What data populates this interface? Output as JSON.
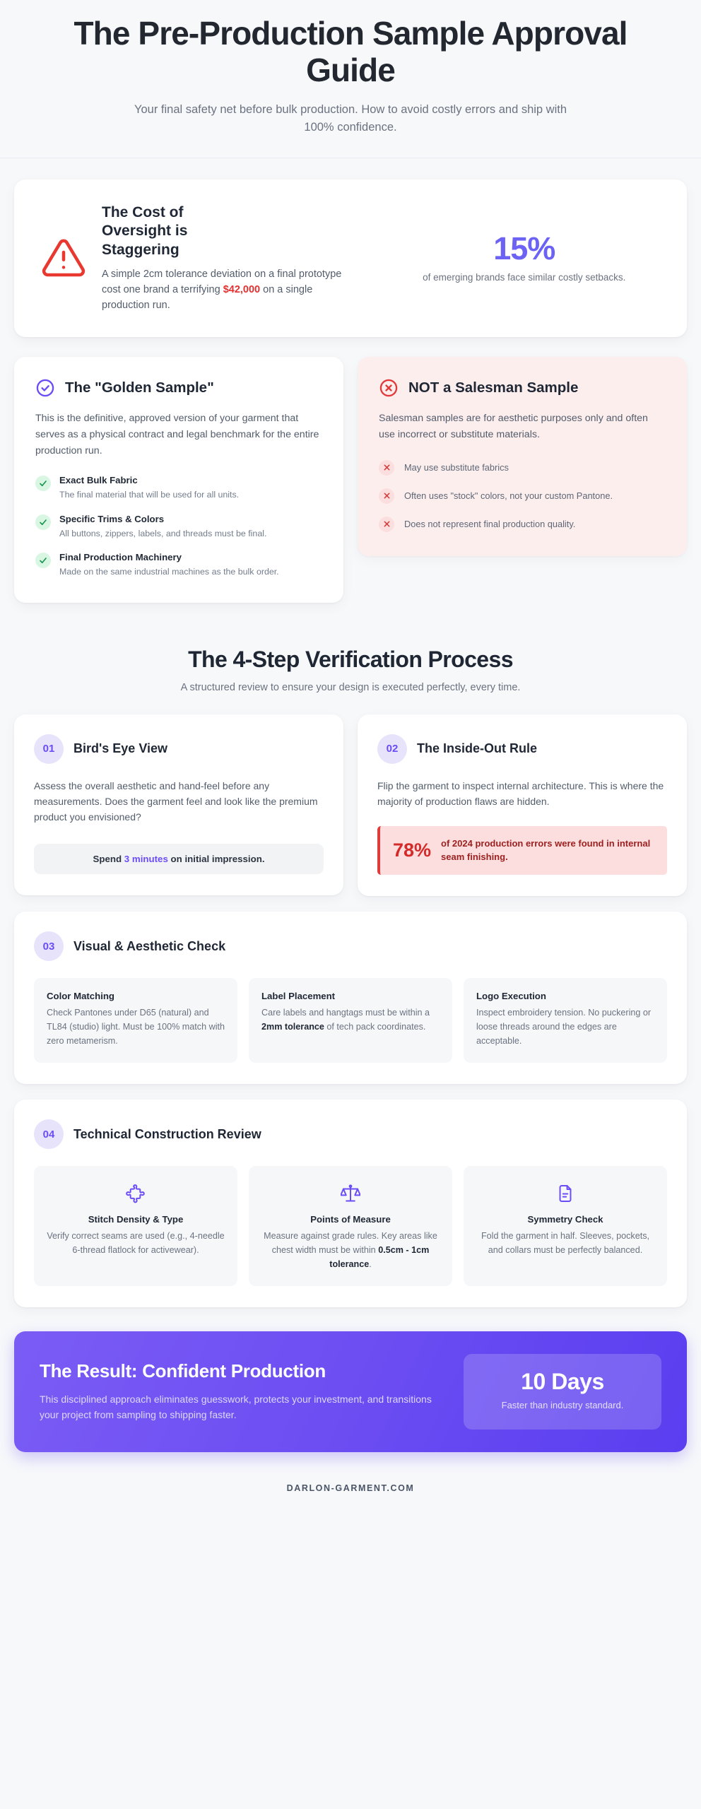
{
  "header": {
    "title": "The Pre-Production Sample Approval Guide",
    "subtitle": "Your final safety net before bulk production. How to avoid costly errors and ship with 100% confidence."
  },
  "cost": {
    "icon": "warning-triangle-icon",
    "title": "The Cost of Oversight is Staggering",
    "body_before": "A simple 2cm tolerance deviation on a final prototype cost one brand a terrifying ",
    "amount": "$42,000",
    "body_after": " on a single production run.",
    "stat_value": "15%",
    "stat_label": "of emerging brands face similar costly setbacks.",
    "accent_color": "#6c63f5",
    "danger_color": "#e53030"
  },
  "golden": {
    "icon": "check-circle-icon",
    "title": "The \"Golden Sample\"",
    "lead": "This is the definitive, approved version of your garment that serves as a physical contract and legal benchmark for the entire production run.",
    "items": [
      {
        "title": "Exact Bulk Fabric",
        "desc": "The final material that will be used for all units."
      },
      {
        "title": "Specific Trims & Colors",
        "desc": "All buttons, zippers, labels, and threads must be final."
      },
      {
        "title": "Final Production Machinery",
        "desc": "Made on the same industrial machines as the bulk order."
      }
    ]
  },
  "salesman": {
    "icon": "x-circle-icon",
    "title": "NOT a Salesman Sample",
    "lead": "Salesman samples are for aesthetic purposes only and often use incorrect or substitute materials.",
    "items": [
      "May use substitute fabrics",
      "Often uses \"stock\" colors, not your custom Pantone.",
      "Does not represent final production quality."
    ]
  },
  "process": {
    "title": "The 4-Step Verification Process",
    "subtitle": "A structured review to ensure your design is executed perfectly, every time.",
    "step1": {
      "num": "01",
      "title": "Bird's Eye View",
      "body": "Assess the overall aesthetic and hand-feel before any measurements. Does the garment feel and look like the premium product you envisioned?",
      "tip_before": "Spend ",
      "tip_highlight": "3 minutes",
      "tip_after": " on initial impression."
    },
    "step2": {
      "num": "02",
      "title": "The Inside-Out Rule",
      "body": "Flip the garment to inspect internal architecture. This is where the majority of production flaws are hidden.",
      "stat_num": "78%",
      "stat_text": "of 2024 production errors were found in internal seam finishing."
    },
    "step3": {
      "num": "03",
      "title": "Visual & Aesthetic Check",
      "cards": [
        {
          "title": "Color Matching",
          "text_before": "Check Pantones under D65 (natural) and TL84 (studio) light. Must be 100% match with zero metamerism.",
          "bold": "",
          "text_after": ""
        },
        {
          "title": "Label Placement",
          "text_before": "Care labels and hangtags must be within a ",
          "bold": "2mm tolerance",
          "text_after": " of tech pack coordinates."
        },
        {
          "title": "Logo Execution",
          "text_before": "Inspect embroidery tension. No puckering or loose threads around the edges are acceptable.",
          "bold": "",
          "text_after": ""
        }
      ]
    },
    "step4": {
      "num": "04",
      "title": "Technical Construction Review",
      "cards": [
        {
          "icon": "puzzle-piece-icon",
          "title": "Stitch Density & Type",
          "text_before": "Verify correct seams are used (e.g., 4-needle 6-thread flatlock for activewear).",
          "bold": "",
          "text_after": ""
        },
        {
          "icon": "scales-balance-icon",
          "title": "Points of Measure",
          "text_before": "Measure against grade rules. Key areas like chest width must be within ",
          "bold": "0.5cm - 1cm tolerance",
          "text_after": "."
        },
        {
          "icon": "document-icon",
          "title": "Symmetry Check",
          "text_before": "Fold the garment in half. Sleeves, pockets, and collars must be perfectly balanced.",
          "bold": "",
          "text_after": ""
        }
      ]
    }
  },
  "result": {
    "title": "The Result: Confident Production",
    "body": "This disciplined approach eliminates guesswork, protects your investment, and transitions your project from sampling to shipping faster.",
    "badge_value": "10 Days",
    "badge_label": "Faster than industry standard."
  },
  "footer": {
    "text": "DARLON-GARMENT.COM"
  }
}
